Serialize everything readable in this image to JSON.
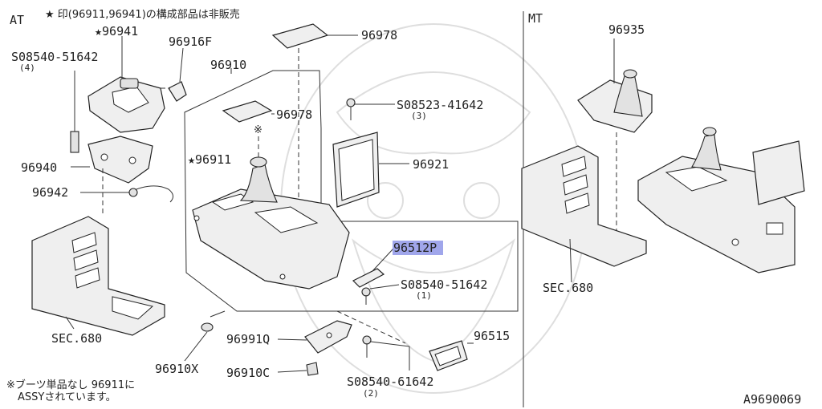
{
  "sections": {
    "at": "AT",
    "mt": "MT"
  },
  "notes": {
    "top_note": "★ 印(96911,96941)の構成部品は非販売",
    "bottom_note_line1": "※ブーツ単品なし 96911に",
    "bottom_note_line2": "ASSYされています。",
    "boot_mark": "※"
  },
  "labels": {
    "p96941": "★96941",
    "s08540_51642_a": "S08540-51642",
    "qty4": "(4)",
    "p96916F": "96916F",
    "p96910": "96910",
    "p96978_top": "96978",
    "p96978_mid": "96978",
    "s08523_41642": "S08523-41642",
    "qty3": "(3)",
    "p96911": "★96911",
    "p96940": "96940",
    "p96942": "96942",
    "p96921": "96921",
    "p96512P": "96512P",
    "s08540_51642_b": "S08540-51642",
    "qty1": "(1)",
    "sec680_left": "SEC.680",
    "p96910X": "96910X",
    "p96991Q": "96991Q",
    "p96515": "96515",
    "p96910C": "96910C",
    "s08540_61642": "S08540-61642",
    "qty2": "(2)",
    "p96935": "96935",
    "sec680_right": "SEC.680",
    "diagram_id": "A9690069"
  }
}
